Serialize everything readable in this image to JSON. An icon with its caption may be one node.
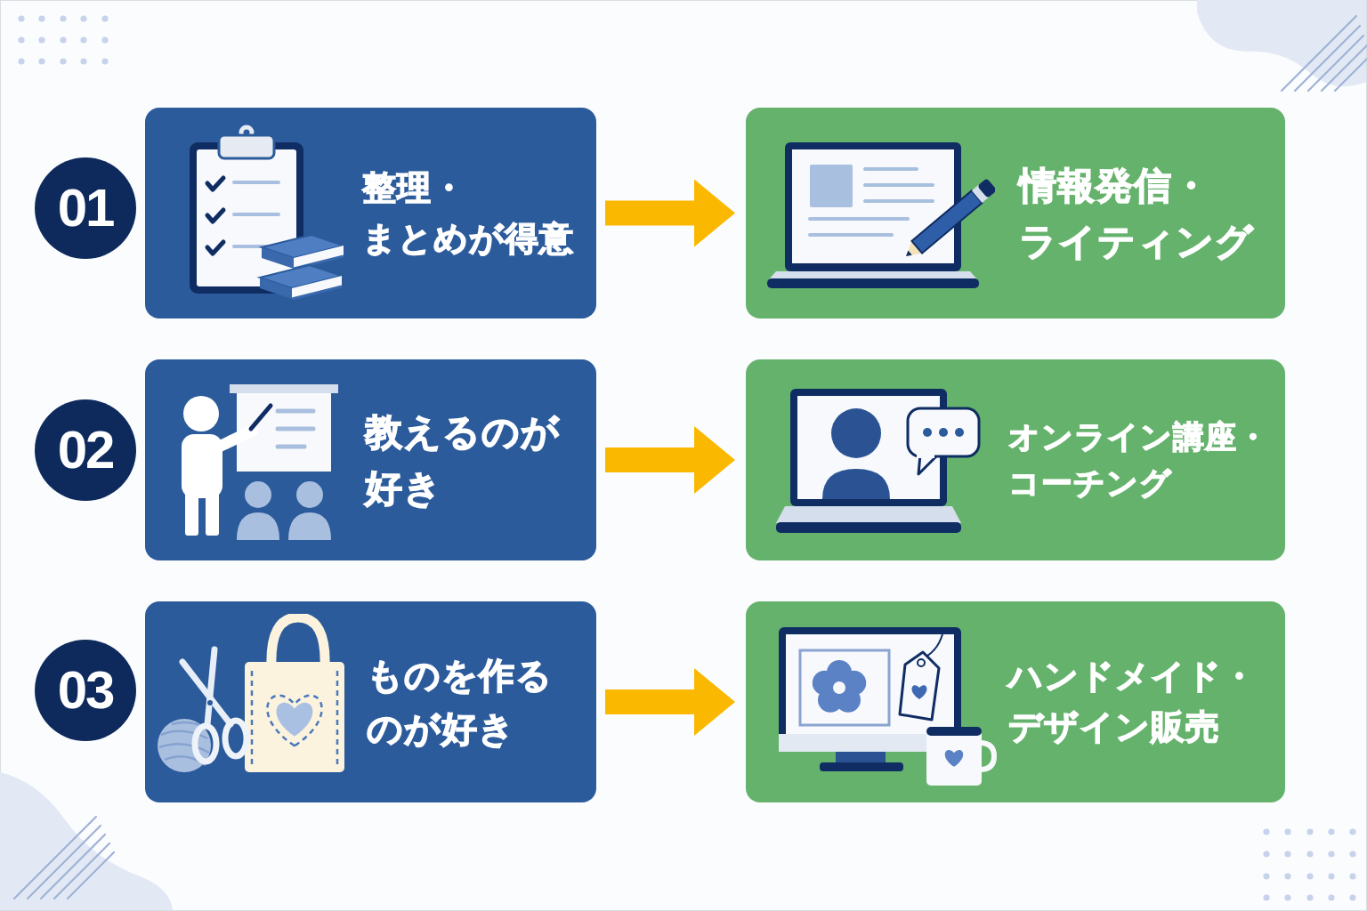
{
  "diagram": {
    "nodes": [
      {
        "text": [
          "01"
        ]
      },
      {
        "text": [
          "整理・まとめが得意"
        ]
      },
      {
        "text": [
          "情報発信・ライティング"
        ]
      },
      {
        "text": [
          "02"
        ]
      },
      {
        "text": [
          "教えるのが好き"
        ]
      },
      {
        "text": [
          "オンライン講座・コーチング"
        ]
      },
      {
        "text": [
          "03"
        ]
      },
      {
        "text": [
          "ものを作るのが好き"
        ]
      },
      {
        "text": [
          "ハンドメイド・デザイン販売"
        ]
      }
    ],
    "edges": [
      {
        "from": 1,
        "to": 2,
        "arrow": "to"
      },
      {
        "from": 4,
        "to": 5,
        "arrow": "to"
      },
      {
        "from": 7,
        "to": 8,
        "arrow": "to"
      }
    ]
  }
}
